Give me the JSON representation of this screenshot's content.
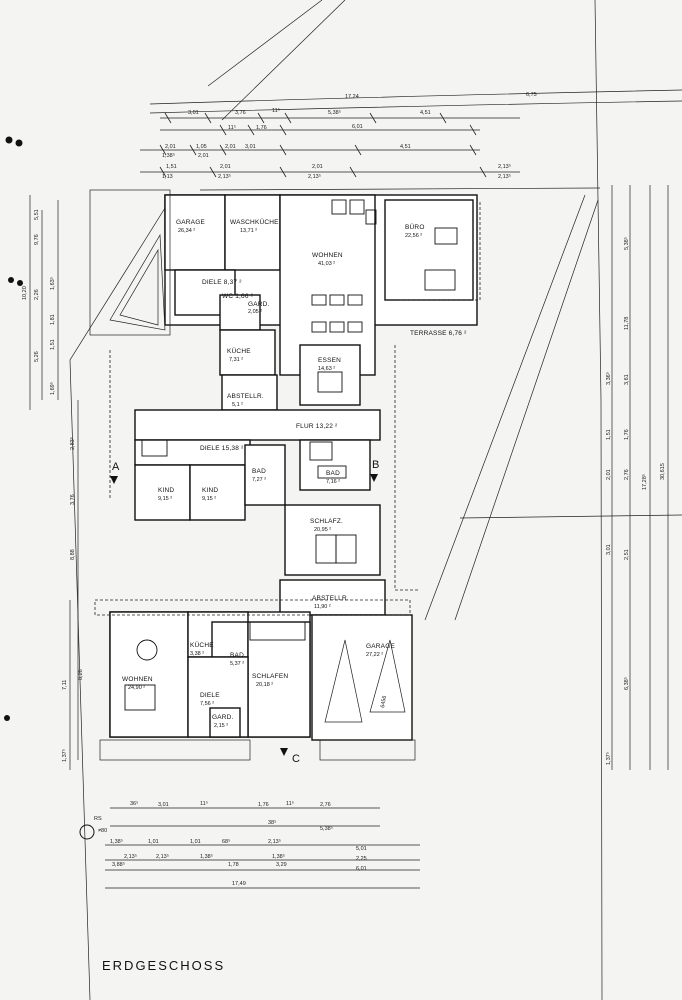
{
  "title": "ERDGESCHOSS",
  "rooms": {
    "garage_nw": {
      "name": "GARAGE",
      "area": "26,34 ²"
    },
    "waschkueche": {
      "name": "WASCHKÜCHE",
      "area": "13,71 ²"
    },
    "wohnen_top": {
      "name": "WOHNEN",
      "area": "41,03 ²"
    },
    "buero": {
      "name": "BÜRO",
      "area": "22,56 ²"
    },
    "diele_top": {
      "name": "DIELE 8,37 ²",
      "area": ""
    },
    "wc_top": {
      "name": "WC 1,66 ²",
      "area": ""
    },
    "gard_top": {
      "name": "GARD.",
      "area": "2,05 ²"
    },
    "terrasse": {
      "name": "TERRASSE 6,76 ²",
      "area": ""
    },
    "kueche_top": {
      "name": "KÜCHE",
      "area": "7,31 ²"
    },
    "essen": {
      "name": "ESSEN",
      "area": "14,63 ²"
    },
    "abstellr_top": {
      "name": "ABSTELLR.",
      "area": "5,1 ²"
    },
    "flur": {
      "name": "FLUR 13,22 ²",
      "area": ""
    },
    "diele_mid": {
      "name": "DIELE 15,38 ²",
      "area": ""
    },
    "bad_left": {
      "name": "BAD",
      "area": "7,27 ²"
    },
    "bad_right": {
      "name": "BAD",
      "area": "7,16 ²"
    },
    "kind1": {
      "name": "KIND",
      "area": "9,15 ²"
    },
    "kind2": {
      "name": "KIND",
      "area": "9,15 ²"
    },
    "schlafz": {
      "name": "SCHLAFZ.",
      "area": "20,95 ²"
    },
    "abstellr_low": {
      "name": "ABSTELLR.",
      "area": "11,90 ²"
    },
    "garage_low": {
      "name": "GARAGE",
      "area": "27,22 ²"
    },
    "wohnen_low": {
      "name": "WOHNEN",
      "area": "24,90 ²"
    },
    "kueche_low": {
      "name": "KÜCHE",
      "area": "3,38 ²"
    },
    "bad_low": {
      "name": "BAD",
      "area": "5,37 ²"
    },
    "schlafen": {
      "name": "SCHLAFEN",
      "area": "20,18 ²"
    },
    "diele_low": {
      "name": "DIELE",
      "area": "7,56 ²"
    },
    "gard_low": {
      "name": "GARD.",
      "area": "2,15 ²"
    }
  },
  "sections": {
    "a": "A",
    "b": "B",
    "c": "C"
  },
  "markers": {
    "rs": "RS",
    "rs_sub": "≠80",
    "handnote": "6456"
  },
  "dims": {
    "top_overall": "17,24",
    "top_right": "6,75",
    "top_r1": [
      "3,01",
      "3,76",
      "11⁵",
      "5,38⁵",
      "4,51"
    ],
    "top_r2": [
      "11⁵",
      "1,76",
      "6,01"
    ],
    "top_r3": [
      "2,01",
      "1,05",
      "2,01",
      "3,01",
      "4,51"
    ],
    "top_r3b": [
      "1,38⁵",
      "2,01"
    ],
    "top_r4": [
      "1,51",
      "2,01",
      "2,01",
      "2,13⁵"
    ],
    "top_r4b": [
      "1,13",
      "2,13⁵",
      "2,13⁵",
      "2,13⁵"
    ],
    "bot_r1": [
      "36⁵",
      "3,01",
      "11⁵",
      "1,76",
      "11⁵",
      "2,76"
    ],
    "bot_r1b": [
      "38⁵",
      "5,38⁵"
    ],
    "bot_r2": [
      "1,38⁵",
      "1,01",
      "1,01",
      "68⁵",
      "2,13⁵"
    ],
    "bot_r2b": [
      "2,13⁵",
      "2,13⁵",
      "1,38⁵",
      "1,38⁵"
    ],
    "bot_r2c": [
      "3,88⁵",
      "1,78",
      "3,29"
    ],
    "bot_r3": [
      "5,01",
      "2,25",
      "6,01"
    ],
    "bot_overall": "17,49",
    "left_v1": [
      "10,20",
      "9,76",
      "5,51",
      "2,26",
      "1,63⁵"
    ],
    "left_v2": [
      "5,26",
      "1,81",
      "1,51",
      "2,83⁵",
      "1,69⁵"
    ],
    "left_v3": [
      "3,76",
      "8,88",
      "7,11"
    ],
    "left_v4": [
      "8,26",
      "1,37⁵"
    ],
    "right_v1": [
      "5,38⁵",
      "11,78",
      "30,615",
      "17,28⁵"
    ],
    "right_v2": [
      "3,36⁵",
      "3,61",
      "1,51",
      "1,76"
    ],
    "right_v3": [
      "2,01",
      "2,76",
      "3,01",
      "2,51"
    ],
    "right_v4": [
      "6,38⁵",
      "1,37⁵"
    ]
  }
}
